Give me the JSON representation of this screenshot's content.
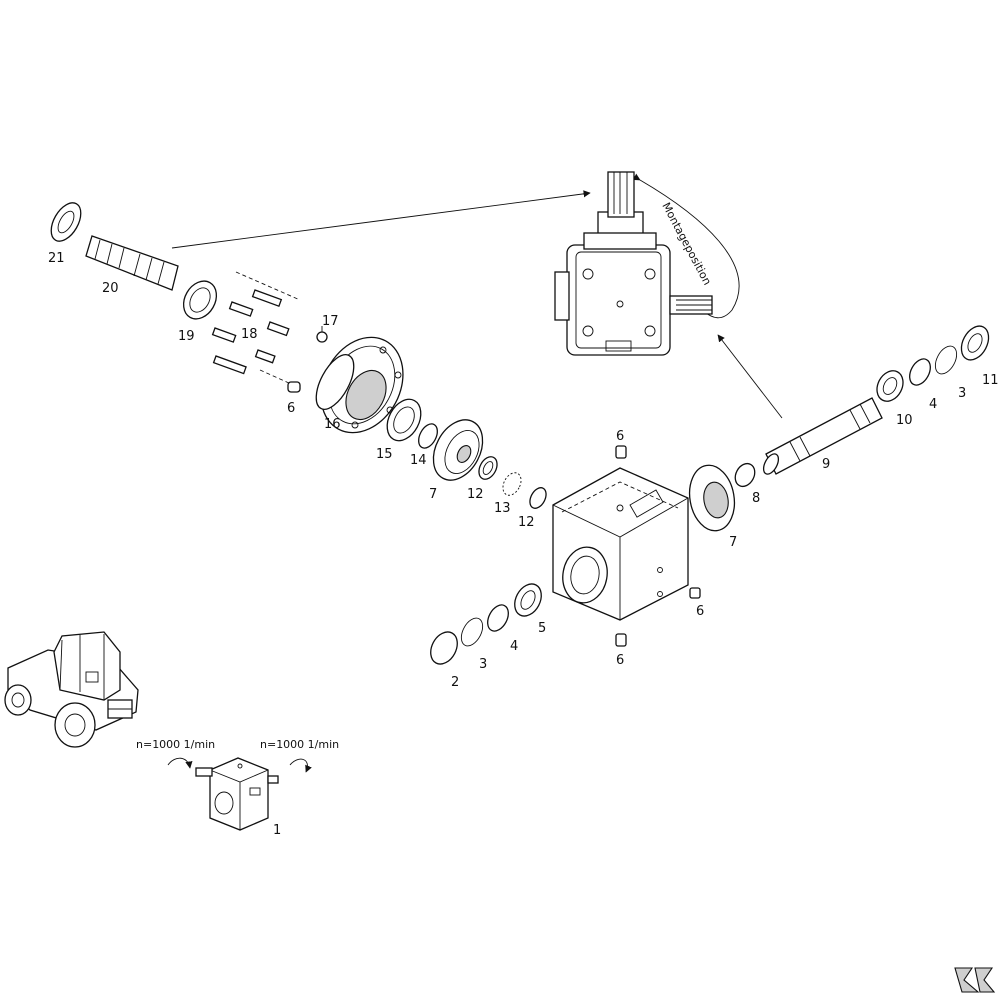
{
  "diagram": {
    "mounting_label": "Montageposition",
    "speed_left": "n=1000 1/min",
    "speed_right": "n=1000 1/min",
    "part_labels": {
      "p1": "1",
      "p2": "2",
      "p3a": "3",
      "p3b": "3",
      "p4a": "4",
      "p4b": "4",
      "p5": "5",
      "p6a": "6",
      "p6b": "6",
      "p6c": "6",
      "p6d": "6",
      "p7a": "7",
      "p7b": "7",
      "p8": "8",
      "p9": "9",
      "p10": "10",
      "p11": "11",
      "p12a": "12",
      "p12b": "12",
      "p13": "13",
      "p14": "14",
      "p15": "15",
      "p16": "16",
      "p17": "17",
      "p18": "18",
      "p19": "19",
      "p20": "20",
      "p21": "21"
    }
  }
}
